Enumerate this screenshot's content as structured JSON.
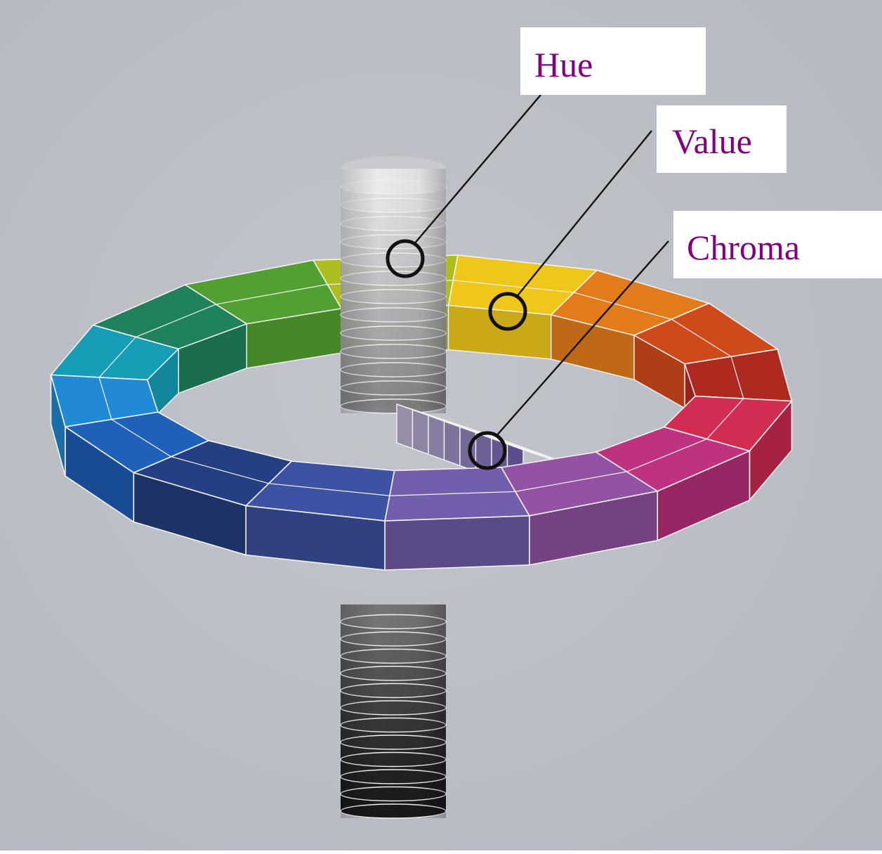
{
  "labels": {
    "hue": "Hue",
    "value": "Value",
    "chroma": "Chroma"
  },
  "colors": {
    "label_text": "#800080",
    "background": "#b4b7bf",
    "leader_line": "#111111",
    "ring_hues": [
      "#e6bf1a",
      "#d9771a",
      "#c6471a",
      "#a72820",
      "#c92a4e",
      "#b8307a",
      "#8d4f9d",
      "#6e5aa5",
      "#3b4f9c",
      "#233d7e",
      "#1e5cb3",
      "#1f86cc",
      "#1598b0",
      "#1e7d58",
      "#4f9a2f",
      "#a6b61e"
    ],
    "value_scale": [
      "#ececee",
      "#e4e4e6",
      "#dcdcdf",
      "#d4d4d7",
      "#cccccf",
      "#c4c4c7",
      "#bbbbbe",
      "#b2b2b5",
      "#a9a9ac",
      "#9f9fa2",
      "#959598",
      "#8b8b8e",
      "#808083",
      "#757578",
      "#6a6a6d",
      "#5f5f62",
      "#545457",
      "#4a4a4c",
      "#404042",
      "#373739",
      "#2f2f31",
      "#282829",
      "#222223",
      "#1d1d1e",
      "#19191a"
    ]
  }
}
